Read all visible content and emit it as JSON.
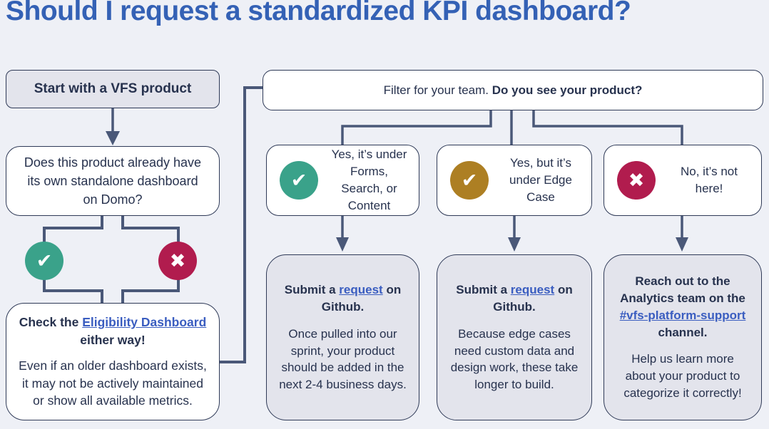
{
  "title": "Should I request a standardized KPI dashboard?",
  "colors": {
    "background": "#eef0f6",
    "title_blue": "#3461b5",
    "text_navy": "#27324e",
    "box_border": "#2f3a57",
    "connector": "#4a5878",
    "grey_fill": "#e3e4ec",
    "link_blue": "#3a5dc0",
    "green": "#3aa28a",
    "gold": "#ad7f23",
    "crimson": "#b11c4e"
  },
  "icon_glyphs": {
    "check": "✔",
    "x": "✖"
  },
  "left": {
    "start": "Start with a VFS product",
    "question": "Does this product already have its own standalone dashboard on Domo?",
    "result": {
      "pre": "Check the ",
      "link": "Eligibility Dashboard",
      "post": " either way!",
      "body": "Even if an older dashboard exists, it may not be actively maintained or show all available metrics."
    }
  },
  "filter": {
    "regular": "Filter for your team. ",
    "bold": "Do you see your product?"
  },
  "branches": [
    {
      "icon": "check-icon",
      "color": "#3aa28a",
      "label": "Yes, it’s under Forms, Search, or Content",
      "result_pre": "Submit a ",
      "result_link": "request",
      "result_post": " on Github.",
      "result_body": "Once pulled into our sprint, your product should be added in the next 2-4 business days."
    },
    {
      "icon": "check-icon",
      "color": "#ad7f23",
      "label": "Yes, but it’s under Edge Case",
      "result_pre": "Submit a ",
      "result_link": "request",
      "result_post": " on Github.",
      "result_body": "Because edge cases need custom data and design work, these take longer to build."
    },
    {
      "icon": "x-icon",
      "color": "#b11c4e",
      "label": "No, it’s not here!",
      "result_pre": "Reach out to the Analytics team on the ",
      "result_link": "#vfs-platform-support",
      "result_post": " channel.",
      "result_body": "Help us  learn more about your product to categorize it correctly!"
    }
  ]
}
